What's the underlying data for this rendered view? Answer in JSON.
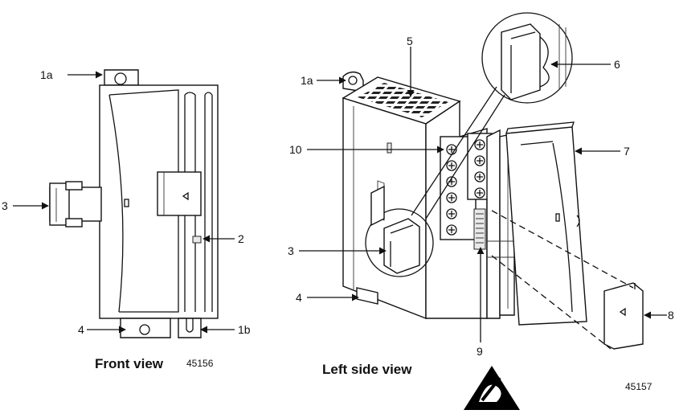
{
  "front_view": {
    "caption": "Front view",
    "figure_number": "45156",
    "labels": {
      "a1a": "1a",
      "a3": "3",
      "a2": "2",
      "a4": "4",
      "a1b": "1b"
    }
  },
  "side_view": {
    "caption": "Left side view",
    "figure_number": "45157",
    "labels": {
      "a1a": "1a",
      "a5": "5",
      "a6": "6",
      "a10": "10",
      "a7": "7",
      "a3": "3",
      "a4": "4",
      "a8": "8",
      "a9": "9"
    }
  },
  "icons": {
    "esd": "esd-warning-icon"
  },
  "colors": {
    "line": "#111111",
    "background": "#ffffff",
    "esd_symbol": "#000000"
  }
}
